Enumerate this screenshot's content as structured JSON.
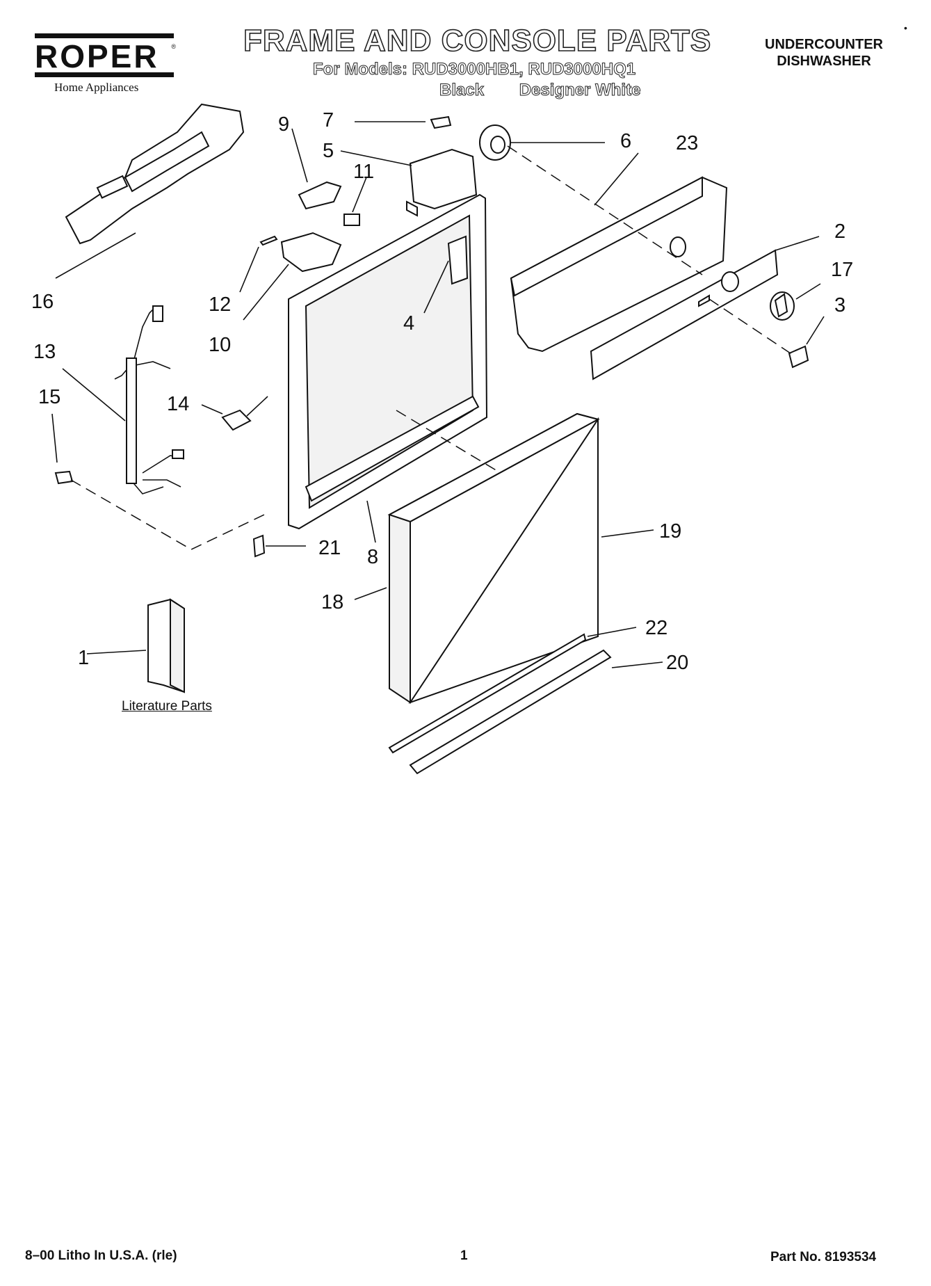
{
  "brand": {
    "logo": "ROPER",
    "trademark": "®",
    "tagline": "Home Appliances"
  },
  "header": {
    "title": "FRAME AND CONSOLE PARTS",
    "models_line": "For Models: RUD3000HB1, RUD3000HQ1",
    "color_black": "Black",
    "color_white": "Designer White",
    "product_line1": "UNDERCOUNTER",
    "product_line2": "DISHWASHER",
    "corner_mark": "•"
  },
  "callouts": [
    "1",
    "2",
    "3",
    "4",
    "5",
    "6",
    "7",
    "8",
    "9",
    "10",
    "11",
    "12",
    "13",
    "14",
    "15",
    "16",
    "17",
    "18",
    "19",
    "20",
    "21",
    "22",
    "23"
  ],
  "literature_label": "Literature Parts",
  "footer": {
    "left": "8–00 Litho In U.S.A. (rle)",
    "page": "1",
    "part_no": "Part No. 8193534"
  },
  "colors": {
    "ink": "#111111",
    "paper": "#ffffff"
  }
}
